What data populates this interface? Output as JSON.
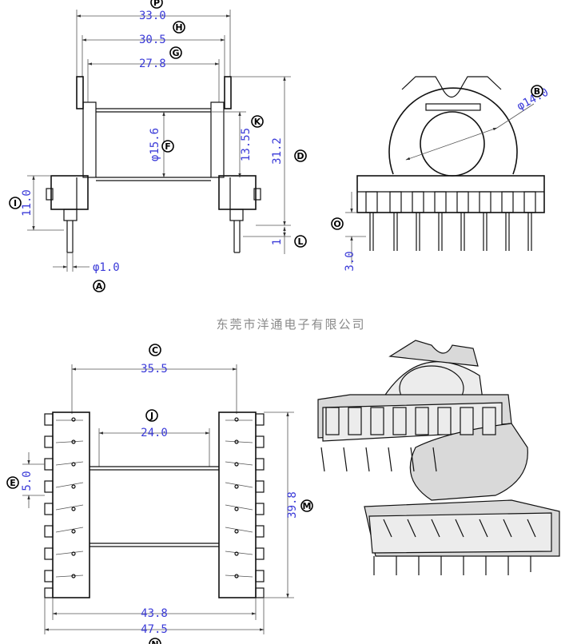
{
  "company": "东莞市洋通电子有限公司",
  "dims": {
    "p": "33.0",
    "h": "30.5",
    "g": "27.8",
    "f": "φ15.6",
    "k": "13.55",
    "d": "31.2",
    "i": "11.0",
    "l": "1",
    "a": "φ1.0",
    "b": "φ14.0",
    "o": "3.0",
    "c": "35.5",
    "j": "24.0",
    "e": "5.0",
    "m": "39.8",
    "n1": "43.8",
    "n2": "47.5"
  },
  "markers": {
    "p": "P",
    "h": "H",
    "g": "G",
    "f": "F",
    "k": "K",
    "d": "D",
    "i": "I",
    "l": "L",
    "a": "A",
    "b": "B",
    "o": "O",
    "c": "C",
    "j": "J",
    "e": "E",
    "m": "M",
    "n": "N"
  }
}
